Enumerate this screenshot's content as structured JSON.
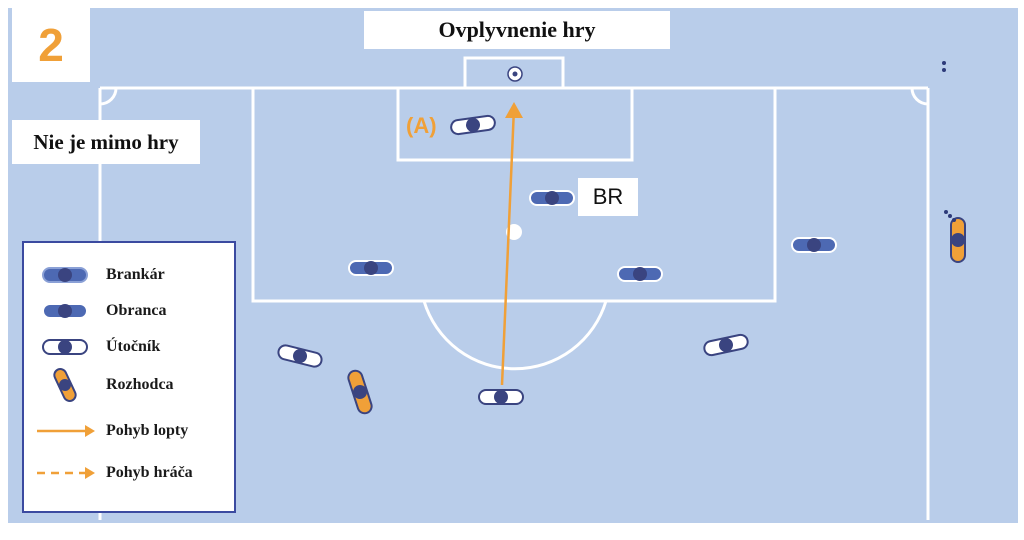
{
  "diagram_number": "2",
  "title": "Ovplyvnenie hry",
  "status_label": "Nie je mimo hry",
  "player_label_br": "BR",
  "player_label_a": "(A)",
  "legend": [
    {
      "label": "Brankár",
      "symbol": "goalkeeper"
    },
    {
      "label": "Obranca",
      "symbol": "defender"
    },
    {
      "label": "Útočník",
      "symbol": "attacker"
    },
    {
      "label": "Rozhodca",
      "symbol": "referee"
    },
    {
      "label": "Pohyb lopty",
      "symbol": "ball-movement"
    },
    {
      "label": "Pohyb hráča",
      "symbol": "player-movement"
    }
  ],
  "colors": {
    "pitch": "#b9cdea",
    "lines": "#ffffff",
    "accent": "#f0a038",
    "defender_body": "#4d69b3",
    "attacker_body": "#ffffff",
    "head": "#3a4480",
    "legend_border": "#3b4aa0"
  }
}
